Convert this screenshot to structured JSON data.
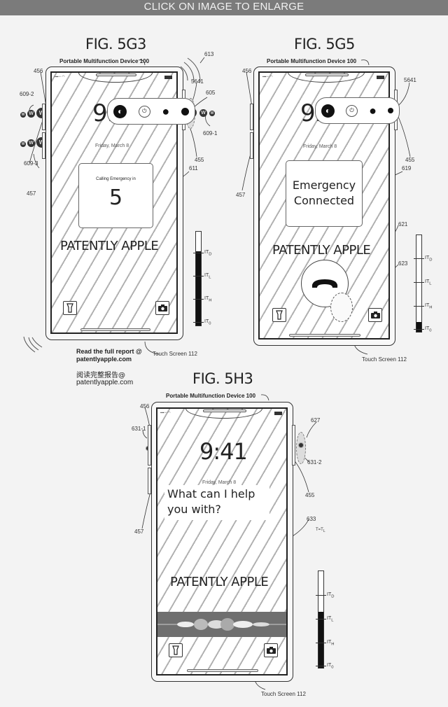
{
  "banner": {
    "label": "CLICK ON IMAGE TO ENLARGE"
  },
  "figures": [
    {
      "id": "fig_5g3",
      "title": "FIG. 5G3",
      "device_label": "Portable Multifunction Device 100",
      "time_partial": "9.",
      "date": "Friday, March 8",
      "card": {
        "caption": "Calling Emergency in",
        "countdown": "5"
      },
      "watermark": "PATENTLY APPLE",
      "touch_screen_label": "Touch Screen 112",
      "refs": [
        "613",
        "456",
        "5641",
        "605",
        "609-2",
        "609-1",
        "609-3",
        "455",
        "611",
        "457"
      ],
      "meter": {
        "levels": [
          "ITD",
          "ITL",
          "ITH",
          "IT0"
        ],
        "fill_level": "above ITD"
      }
    },
    {
      "id": "fig_5g5",
      "title": "FIG. 5G5",
      "device_label": "Portable Multifunction Device 100",
      "time_partial": "9.",
      "date": "Friday, March 8",
      "card": {
        "line1": "Emergency",
        "line2": "Connected"
      },
      "watermark": "PATENTLY APPLE",
      "touch_screen_label": "Touch Screen 112",
      "refs": [
        "456",
        "5641",
        "455",
        "619",
        "457",
        "621",
        "623"
      ],
      "meter": {
        "levels": [
          "ITD",
          "ITL",
          "ITH",
          "IT0"
        ],
        "fill_level": "near IT0"
      }
    },
    {
      "id": "fig_5h3",
      "title": "FIG. 5H3",
      "device_label": "Portable Multifunction Device 100",
      "time": "9:41",
      "date": "Friday, March 8",
      "siri_prompt": {
        "line1": "What can I help",
        "line2": "you with?"
      },
      "watermark": "PATENTLY APPLE",
      "touch_screen_label": "Touch Screen 112",
      "refs": [
        "456",
        "631-1",
        "627",
        "631-2",
        "455",
        "457",
        "633"
      ],
      "threshold_note": "T=TL",
      "meter": {
        "levels": [
          "ITD",
          "ITL",
          "ITH",
          "IT0"
        ],
        "fill_level": "just above ITL"
      }
    }
  ],
  "meter_labels": {
    "d": "IT",
    "d_sub": "D",
    "l_sub": "L",
    "h_sub": "H",
    "o_sub": "0"
  },
  "footer": {
    "line1": "Read the full report @",
    "line2": "patentlyapple.com",
    "line3": "阅读完整报告@",
    "line4": "patentlyapple.com"
  },
  "icons": {
    "flashlight": "flashlight-icon",
    "camera": "camera-icon",
    "moon": "do-not-disturb-icon",
    "power": "power-icon",
    "apple": "apple-logo-icon",
    "end_call": "end-call-icon",
    "vibration": "vibration-icon",
    "sound_waves": "sound-waves-icon"
  }
}
